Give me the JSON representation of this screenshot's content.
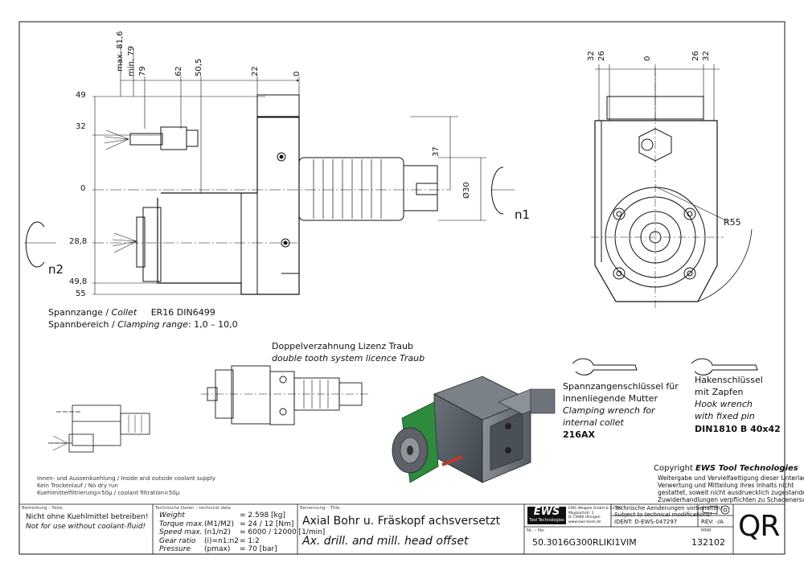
{
  "side_view": {
    "top_dims": [
      "max. 81,6",
      "min. 79",
      "79",
      "62",
      "50,5",
      "22",
      "0"
    ],
    "left_dims": [
      "49",
      "32",
      "0",
      "28,8",
      "49,8",
      "55"
    ],
    "dim_37": "37",
    "dim_d30": "Ø30",
    "label_n1": "n1",
    "label_n2": "n2"
  },
  "front_view": {
    "top_dims": [
      "32",
      "26",
      "0",
      "26",
      "32"
    ],
    "radius": "R55"
  },
  "collet": {
    "line1_de": "Spannzange /",
    "line1_en": "Collet",
    "line1_spec": "ER16   DIN6499",
    "line2_de": "Spannbereich /",
    "line2_en": "Clamping range",
    "line2_val": ": 1,0 – 10,0"
  },
  "gearing": {
    "de": "Doppelverzahnung Lizenz Traub",
    "en": "double tooth system licence Traub"
  },
  "wrench1": {
    "de1": "Spannzangenschlüssel für",
    "de2": "innenliegende Mutter",
    "en1": "Clamping wrench for",
    "en2": "internal collet",
    "code": "216AX"
  },
  "wrench2": {
    "de1": "Hakenschlüssel",
    "de2": "mit Zapfen",
    "en1": "Hook wrench",
    "en2": "with fixed pin",
    "code": "DIN1810 B 40x42"
  },
  "coolant_notes": {
    "l1": "Innen- und Aussenkuehlung / Inside and outside coolant supply",
    "l2": "Kein Trockenlauf / No dry run",
    "l3": "Kuehlmittelfiltrierung=50μ / coolant filtration=50μ"
  },
  "copyright": {
    "title_pre": "Copyright ",
    "title_brand": "EWS Tool Technologies",
    "l1": "Weitergabe und Vervielfaeltigung dieser Unterlage,",
    "l2": "Verwertung und Mitteilung ihres Inhalts nicht",
    "l3": "gestattet, soweit nicht ausdruecklich zugestanden.",
    "l4": "Zuwiderhandlungen verpflichten zu Schadenersatz."
  },
  "title_block": {
    "note_hdr": "Bemerkung – Note",
    "note_de": "Nicht ohne Kuehlmittel betreiben!",
    "note_en": "Not for use without coolant-fluid!",
    "tech_hdr": "Technische Daten – technical data",
    "tech_rows": [
      {
        "label": "Weight",
        "sym": "",
        "val": "=  2.598 [kg]"
      },
      {
        "label": "Torque max.",
        "sym": "(M1/M2)",
        "val": "=  24  /  12 [Nm]"
      },
      {
        "label": "Speed max.",
        "sym": "(n1/n2)",
        "val": "=  6000 / 12000 [1/min]"
      },
      {
        "label": "Gear ratio",
        "sym": "(i)=n1:n2",
        "val": "=  1:2"
      },
      {
        "label": "Pressure",
        "sym": "(pmax)",
        "val": "=  70 [bar]"
      }
    ],
    "title_hdr": "Benennung – Title",
    "title_de": "Axial Bohr u. Fräskopf achsversetzt",
    "title_en": "Ax. drill. and mill. head offset",
    "logo": "EWS",
    "logo_sub": "Tool Technologies",
    "company_lines": [
      "EWS Weigele GmbH & Co. KG",
      "Maybachstr. 1",
      "D-73066 Uhingen",
      "www.ews-tools.de"
    ],
    "changes_de": "Technische Aenderungen vorbehalten!",
    "changes_en": "Subject to technical modifications!",
    "ident": "IDENT:  D-EWS-047297",
    "rev": "REV:  -/A",
    "nr_hdr": "Nr. – No.",
    "part_no": "50.3016G300RLIKI1VIM",
    "mnr_hdr": "MNR",
    "mnr": "132102",
    "qr": "QR"
  }
}
